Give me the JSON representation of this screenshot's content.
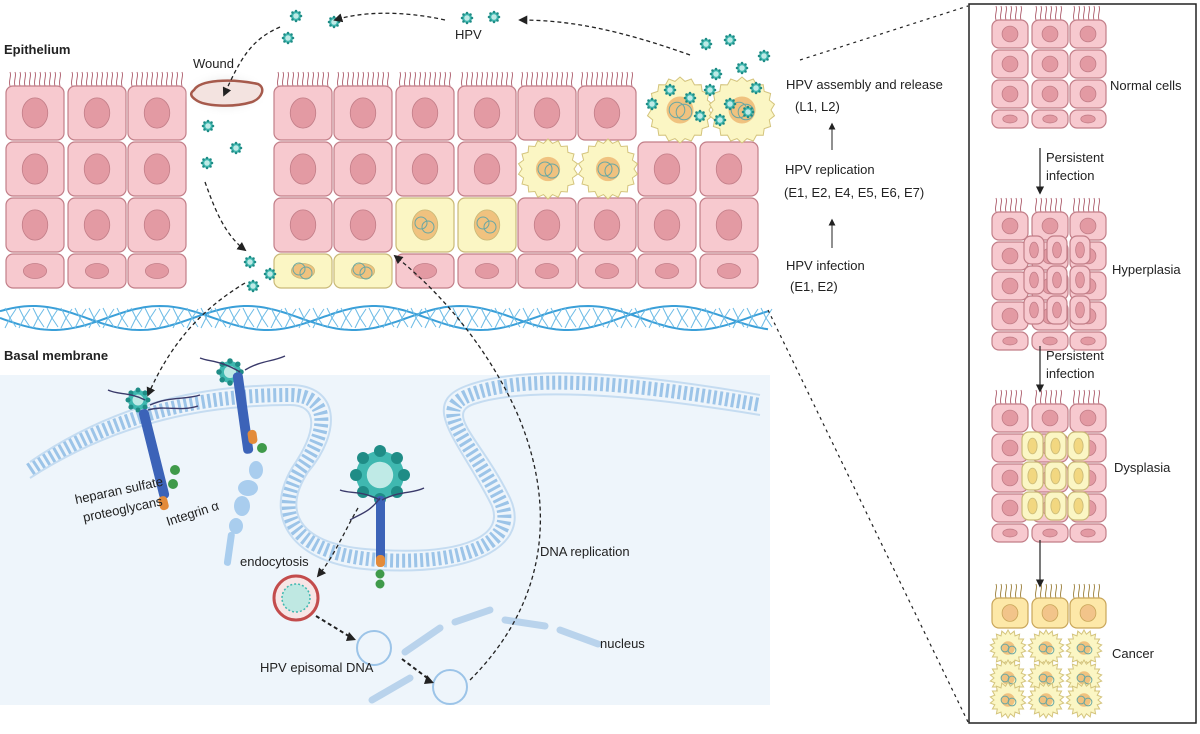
{
  "labels": {
    "epithelium": "Epithelium",
    "wound": "Wound",
    "hpv": "HPV",
    "basal_membrane": "Basal membrane",
    "assembly": "HPV assembly and release",
    "assembly_proteins": "(L1, L2)",
    "replication": "HPV replication",
    "replication_proteins": "(E1, E2, E4, E5, E6, E7)",
    "infection": "HPV infection",
    "infection_proteins": "(E1, E2)",
    "hspg_line1": "heparan sulfate",
    "hspg_line2": "proteoglycans",
    "integrin": "Integrin α",
    "endocytosis": "endocytosis",
    "dna_replication": "DNA replication",
    "episomal": "HPV episomal DNA",
    "nucleus": "nucleus"
  },
  "progression": {
    "stages": [
      "Normal cells",
      "Hyperplasia",
      "Dysplasia",
      "Cancer"
    ],
    "transition_line1": "Persistent",
    "transition_line2": "infection"
  },
  "colors": {
    "normal_cell": "#f7c9cf",
    "normal_cell_border": "#c27e88",
    "nucleus": "#e39aa3",
    "infected_cell": "#fbf6c4",
    "infected_border": "#c9b977",
    "infected_nucleus": "#f0c27f",
    "virus": "#3fb8b0",
    "membrane": "#9cc4e8",
    "basal": "#3a9fd8",
    "cytoplasm": "#eef5fb"
  }
}
